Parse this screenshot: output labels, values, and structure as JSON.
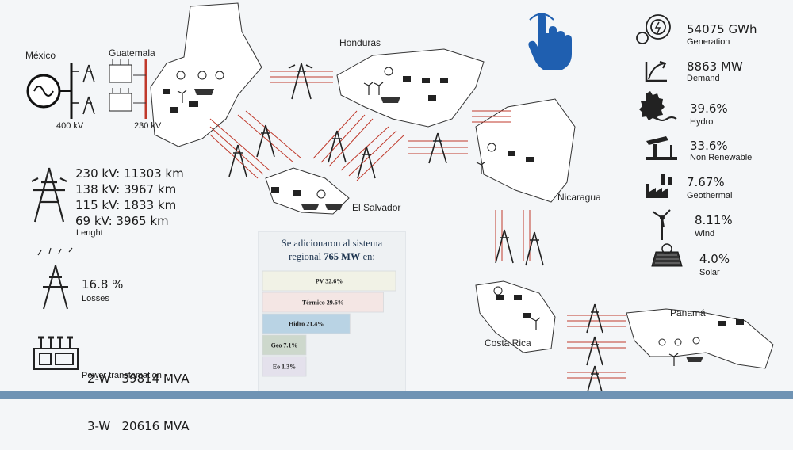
{
  "map_labels": {
    "mexico": "México",
    "guatemala": "Guatemala",
    "honduras": "Honduras",
    "el_salvador": "El Salvador",
    "nicaragua": "Nicaragua",
    "costa_rica": "Costa Rica",
    "panama": "Panamá"
  },
  "voltages": {
    "left": "400 kV",
    "right": "230 kV"
  },
  "lines": [
    "230 kV: 11303 km",
    "138 kV: 3967 km",
    "115 kV: 1833 km",
    "69 kV: 3965 km"
  ],
  "length_label": "Lenght",
  "losses": {
    "value": "16.8 %",
    "label": "Losses"
  },
  "transformation": {
    "rows": [
      "2-W   39814 MVA",
      "3-W   20616 MVA"
    ],
    "label": "Power transfomation"
  },
  "stats": [
    {
      "value": "54075 GWh",
      "label": "Generation",
      "icon": "gear-bolt-icon"
    },
    {
      "value": "8863 MW",
      "label": "Demand",
      "icon": "demand-curve-icon"
    },
    {
      "value": "39.6%",
      "label": "Hydro",
      "icon": "hydro-icon"
    },
    {
      "value": "33.6%",
      "label": "Non Renewable",
      "icon": "oil-pump-icon"
    },
    {
      "value": "7.67%",
      "label": "Geothermal",
      "icon": "geothermal-icon"
    },
    {
      "value": "8.11%",
      "label": "Wind",
      "icon": "wind-turbine-icon"
    },
    {
      "value": "4.0%",
      "label": "Solar",
      "icon": "solar-panel-icon"
    }
  ],
  "colors": {
    "accent_red": "#c0392b",
    "hand_blue": "#1f5fb0",
    "bar_bottom": "#6f93b4"
  },
  "chart_data": {
    "type": "bar",
    "title_line1": "Se adicionaron al sistema",
    "title_line2_pre": "regional ",
    "title_line2_bold": "765 MW",
    "title_line2_post": " en:",
    "categories": [
      "PV",
      "Térmico",
      "Hidro",
      "Geo",
      "Eo"
    ],
    "labels": [
      "PV 32.6%",
      "Térmico 29.6%",
      "Hidro 21.4%",
      "Geo 7.1%",
      "Eo 1.3%"
    ],
    "values": [
      32.6,
      29.6,
      21.4,
      7.1,
      1.3
    ],
    "colors": [
      "#f1f2e6",
      "#f4e6e4",
      "#b9d3e4",
      "#cdd8cc",
      "#e4e1ec"
    ]
  }
}
